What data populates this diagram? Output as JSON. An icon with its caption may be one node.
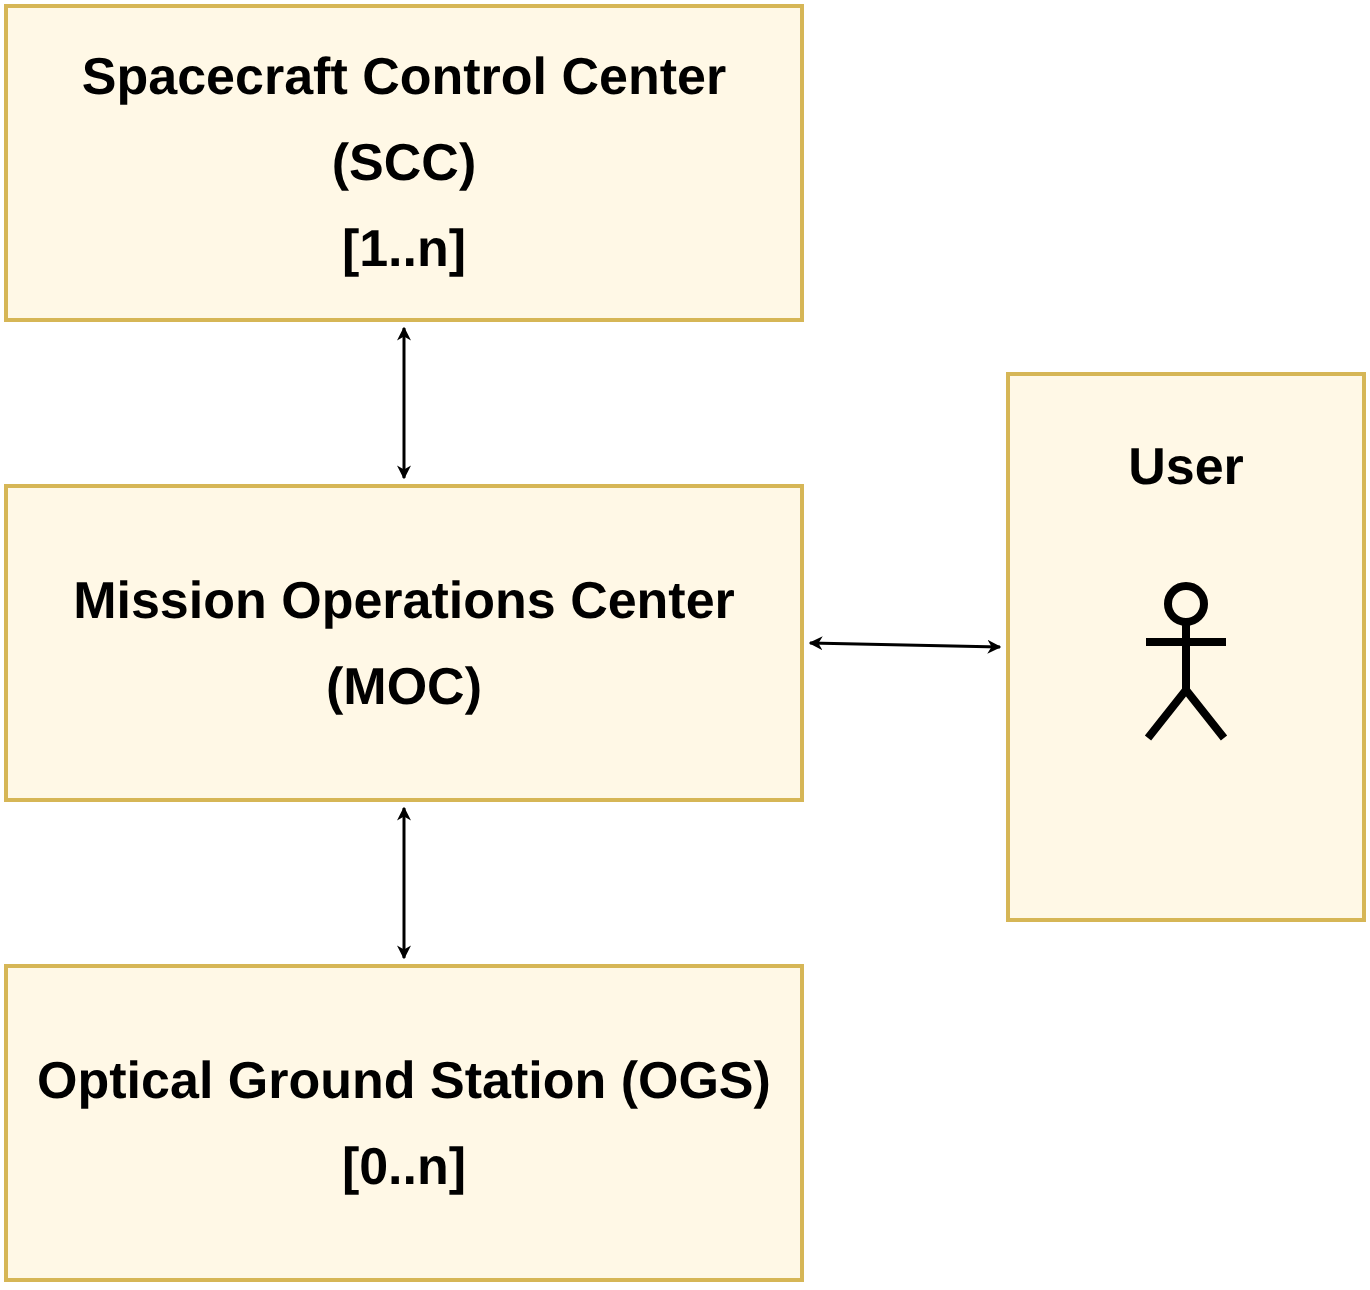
{
  "diagram": {
    "nodes": [
      {
        "text": [
          "Spacecraft Control Center (SCC)",
          "[1..n]"
        ]
      },
      {
        "text": [
          "Mission Operations Center (MOC)"
        ]
      },
      {
        "text": [
          "User"
        ]
      },
      {
        "text": [
          "Optical Ground Station (OGS)",
          "[0..n]"
        ]
      }
    ],
    "edges": [
      {
        "from": 0,
        "to": 1,
        "arrow": "both"
      },
      {
        "from": 1,
        "to": 2,
        "arrow": "both"
      },
      {
        "from": 1,
        "to": 3,
        "arrow": "both"
      }
    ]
  }
}
